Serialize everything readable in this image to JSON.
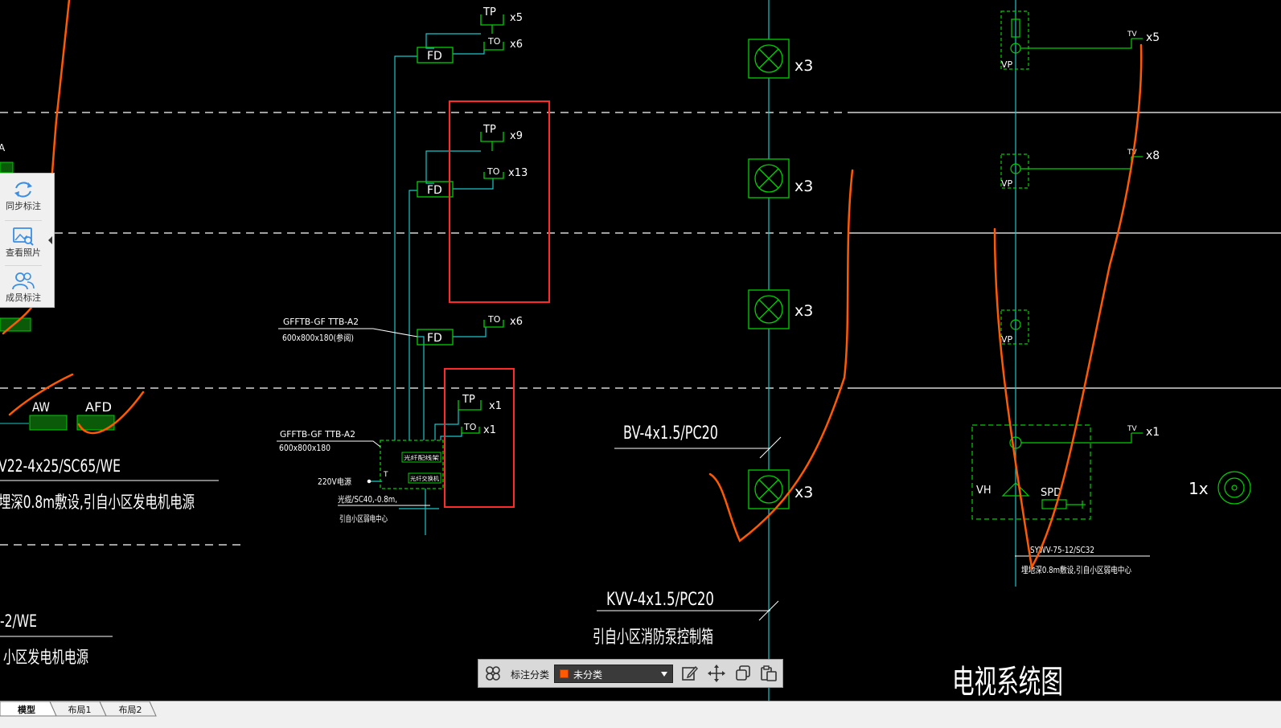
{
  "drawing": {
    "riser1": {
      "fd1_label": "FD",
      "fd2_label": "FD",
      "fd3_label": "FD",
      "tp1_label": "TP",
      "tp1_count": "x5",
      "to1_label": "TO",
      "to1_count": "x6",
      "tp2_label": "TP",
      "tp2_count": "x9",
      "to2_label": "TO",
      "to2_count": "x13",
      "to3_label": "TO",
      "to3_count": "x6",
      "tp4_label": "TP",
      "tp4_count": "x1",
      "to4_label": "TO",
      "to4_count": "x1",
      "box_upper_line1": "GFFTB-GF TTB-A2",
      "box_upper_line2": "600x800x180(参阅)",
      "box_lower_line1": "GFFTB-GF TTB-A2",
      "box_lower_line2": "600x800x180",
      "inner_box1": "光纤配线架",
      "inner_box2": "光纤交换机",
      "power_label": "220V电源",
      "power_terminal": "T",
      "cable_label": "光缆/SC40,-0.8m,",
      "source_label": "引自小区弱电中心"
    },
    "left": {
      "aw_label": "AW",
      "afd_label": "AFD",
      "cable1": "V22-4x25/SC65/WE",
      "cable1_note": "埋深0.8m敷设,引自小区发电机电源",
      "cable2": "-2/WE",
      "cable2_note": "小区发电机电源",
      "corner_fragment": "A"
    },
    "fire": {
      "count1": "x3",
      "count2": "x3",
      "count3": "x3",
      "count4": "x3",
      "cable_bv": "BV-4x1.5/PC20",
      "cable_kvv": "KVV-4x1.5/PC20",
      "source": "引自小区消防泵控制箱"
    },
    "tv": {
      "tv1_label": "TV",
      "tv1_count": "x5",
      "tv2_label": "TV",
      "tv2_count": "x8",
      "tv3_label": "TV",
      "tv3_count": "x1",
      "vp1": "VP",
      "vp2": "VP",
      "vp3": "VP",
      "vh_label": "VH",
      "spd_label": "SPD",
      "cable": "SYWV-75-12/SC32",
      "cable_note": "埋地深0.8m敷设,引自小区弱电中心",
      "right_count": "1x",
      "title": "电视系统图"
    }
  },
  "toolbox": {
    "sync_label": "同步标注",
    "photo_label": "查看照片",
    "member_label": "成员标注"
  },
  "annotation_bar": {
    "category_label": "标注分类",
    "category_value": "未分类",
    "category_color": "#ff5a00"
  },
  "tabs": {
    "model": "模型",
    "layout1": "布局1",
    "layout2": "布局2"
  },
  "colors": {
    "background": "#000000",
    "green": "#00d000",
    "cyan": "#18c8c8",
    "red": "#ff2a2a",
    "orange": "#ff5a00",
    "white": "#ffffff"
  }
}
